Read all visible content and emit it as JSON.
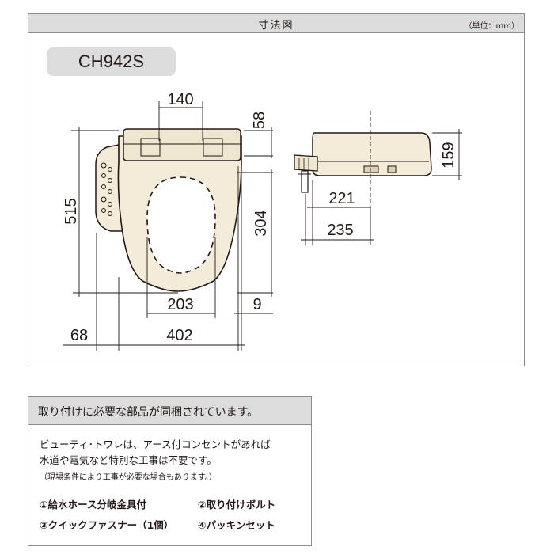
{
  "dimension_panel": {
    "title": "寸法図",
    "unit": "（単位：mm）",
    "model": "CH942S",
    "dimensions": {
      "seat_hinge_width": "140",
      "hinge_depth": "58",
      "total_length": "515",
      "seat_length": "304",
      "opening_width": "203",
      "rear_offset": "9",
      "side_panel_width": "68",
      "total_width": "402",
      "height": "159",
      "side_depth_inner": "221",
      "side_depth_outer": "235"
    }
  },
  "info_panel": {
    "title": "取り付けに必要な部品が同梱されています。",
    "description_line1": "ビューティ･トワレは、アース付コンセントがあれば",
    "description_line2": "水道や電気など特別な工事は不要です。",
    "note": "（現場条件により工事が必要な場合もあります。）",
    "parts": [
      "①給水ホース分岐金具付",
      "②取り付けボルト",
      "③クイックファスナー（1個）",
      "④パッキンセット"
    ]
  }
}
